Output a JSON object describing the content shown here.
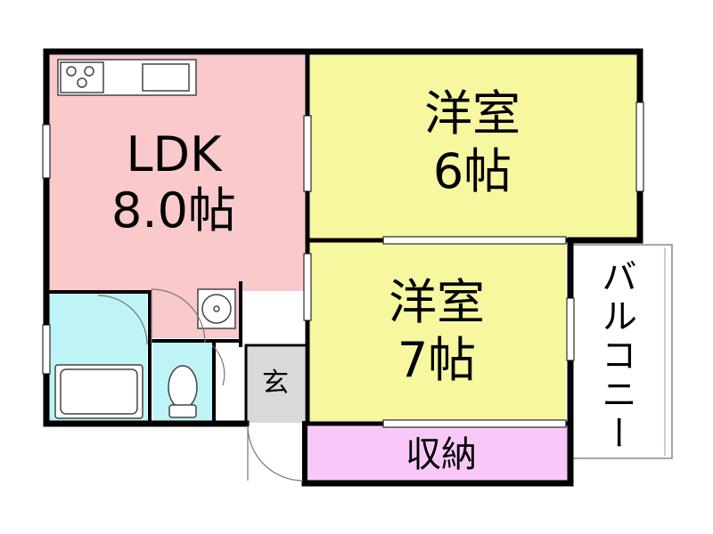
{
  "rooms": {
    "ldk": {
      "name": "LDK",
      "size": "8.0帖",
      "color": "#f9c9cc"
    },
    "western_6": {
      "name": "洋室",
      "size": "6帖",
      "color": "#f7f7a0"
    },
    "western_7": {
      "name": "洋室",
      "size": "7帖",
      "color": "#f7f7a0"
    },
    "storage": {
      "name": "収納",
      "color": "#f9c8f9"
    },
    "entrance": {
      "name": "玄",
      "color": "#d9d9d9"
    },
    "balcony": {
      "name": "バルコニー",
      "color": "#ffffff"
    },
    "wet_area": {
      "color": "#bff4f7"
    }
  }
}
